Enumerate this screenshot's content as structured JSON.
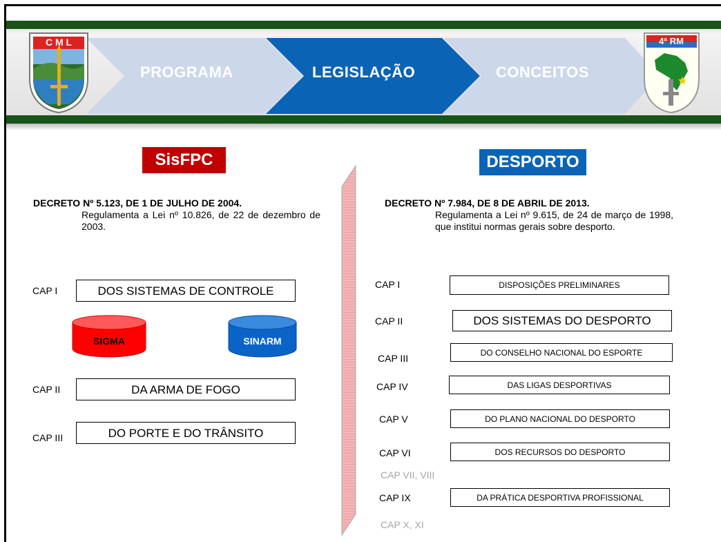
{
  "header": {
    "nav": [
      {
        "label": "PROGRAMA",
        "active": false
      },
      {
        "label": "LEGISLAÇÃO",
        "active": true
      },
      {
        "label": "CONCEITOS",
        "active": false
      }
    ],
    "left_emblem_text": "C M L",
    "right_emblem_text": "4ª RM",
    "colors": {
      "band": "#1a531a",
      "chevron_inactive": "#c9d4e8",
      "chevron_active": "#0a64b5"
    }
  },
  "left": {
    "tag": "SisFPC",
    "tag_color": "#c00000",
    "decree_title": "DECRETO Nº 5.123, DE 1 DE JULHO DE 2004.",
    "decree_desc": "Regulamenta a Lei nº 10.826, de 22 de dezembro de 2003.",
    "caps": [
      {
        "cap": "CAP I",
        "title": "DOS SISTEMAS DE CONTROLE"
      },
      {
        "cap": "CAP II",
        "title": "DA ARMA DE FOGO"
      },
      {
        "cap": "CAP III",
        "title": "DO PORTE E DO TRÂNSITO"
      }
    ],
    "systems": [
      {
        "label": "SIGMA",
        "color": "#ff0000"
      },
      {
        "label": "SINARM",
        "color": "#0a64c8"
      }
    ]
  },
  "right": {
    "tag": "DESPORTO",
    "tag_color": "#0a64b5",
    "decree_title": "DECRETO Nº 7.984, DE 8 DE ABRIL DE 2013.",
    "decree_desc": "Regulamenta a Lei nº 9.615, de 24 de março de 1998, que institui normas gerais sobre desporto.",
    "caps": [
      {
        "cap": "CAP I",
        "title": "DISPOSIÇÕES PRELIMINARES"
      },
      {
        "cap": "CAP II",
        "title": "DOS SISTEMAS DO DESPORTO"
      },
      {
        "cap": "CAP III",
        "title": "DO CONSELHO NACIONAL DO ESPORTE"
      },
      {
        "cap": "CAP IV",
        "title": "DAS LIGAS DESPORTIVAS"
      },
      {
        "cap": "CAP V",
        "title": "DO PLANO NACIONAL DO DESPORTO"
      },
      {
        "cap": "CAP VI",
        "title": "DOS RECURSOS DO DESPORTO"
      },
      {
        "cap": "CAP VII, VIII",
        "title": ""
      },
      {
        "cap": "CAP IX",
        "title": "DA PRÁTICA DESPORTIVA PROFISSIONAL"
      },
      {
        "cap": "CAP X, XI",
        "title": ""
      }
    ]
  }
}
